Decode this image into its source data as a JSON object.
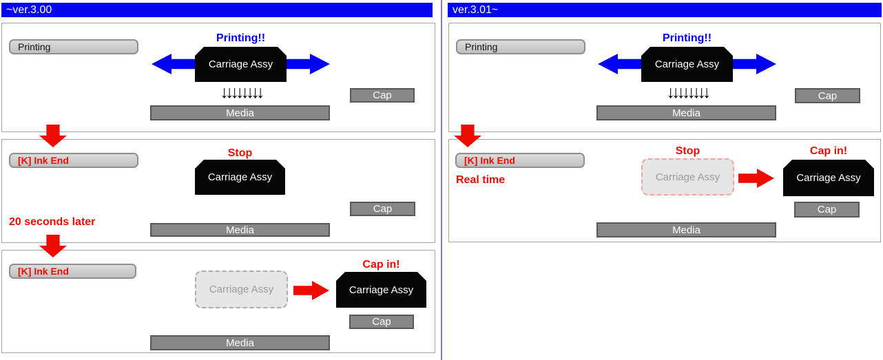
{
  "colors": {
    "header_bg": "#0505ee",
    "divider": "#7a7ac8",
    "accent_red": "#ee0b00",
    "accent_blue": "#0202f2",
    "carriage_box": "#060606",
    "gray_fill": "#878787",
    "status_label_fill": "#cdcdcd",
    "ghost_fill": "#e5e5e5"
  },
  "left": {
    "header": "~ver.3.00",
    "panel1": {
      "status": "Printing",
      "caption": "Printing!!",
      "carriage": "Carriage Assy",
      "ink_arrows": "↓↓↓↓↓↓↓↓",
      "media": "Media",
      "cap": "Cap"
    },
    "panel2": {
      "status": "[K] Ink End",
      "caption": "Stop",
      "carriage": "Carriage Assy",
      "cap": "Cap",
      "media": "Media",
      "note": "20 seconds later"
    },
    "panel3": {
      "status": "[K] Ink End",
      "ghost_carriage": "Carriage Assy",
      "caption": "Cap in!",
      "carriage": "Carriage Assy",
      "cap": "Cap",
      "media": "Media"
    }
  },
  "right": {
    "header": "ver.3.01~",
    "panel1": {
      "status": "Printing",
      "caption": "Printing!!",
      "carriage": "Carriage Assy",
      "ink_arrows": "↓↓↓↓↓↓↓↓",
      "media": "Media",
      "cap": "Cap"
    },
    "panel2": {
      "status": "[K] Ink End",
      "note": "Real time",
      "stop_caption": "Stop",
      "ghost_carriage": "Carriage Assy",
      "capin_caption": "Cap in!",
      "carriage": "Carriage Assy",
      "cap": "Cap",
      "media": "Media"
    }
  }
}
